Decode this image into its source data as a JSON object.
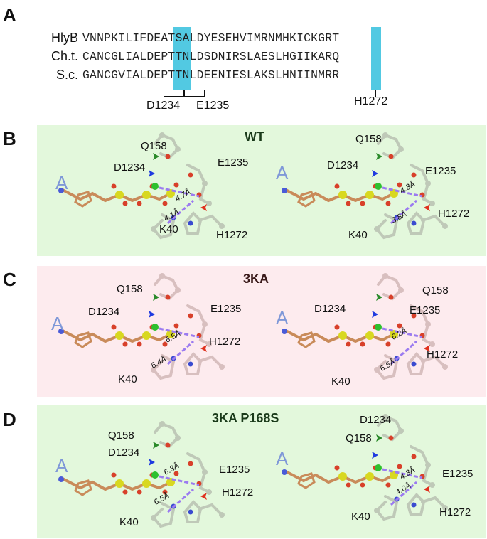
{
  "panel_letters": {
    "a": "A",
    "b": "B",
    "c": "C",
    "d": "D"
  },
  "alignment": {
    "rows": [
      {
        "organism": "HlyB",
        "sequence": "VNNPKILIFDEATSALDYESEHVIMRNMHKICKGRT"
      },
      {
        "organism": "Ch.t.",
        "sequence": "CANCGLIALDEPTTNLDSDNIRSLAESLHGIIKARQ"
      },
      {
        "organism": "S.c.",
        "sequence": "GANCGVIALDEPTTNLDEENIESLAKSLHNIINMRR"
      }
    ],
    "highlight_color": "#52c9e2",
    "labels": {
      "d": "D1234",
      "e": "E1235",
      "h": "H1272"
    }
  },
  "panels": {
    "B": {
      "title": "WT",
      "background": "#e3f8dc",
      "left": {
        "adenine": "A",
        "q": "Q158",
        "d": "D1234",
        "e": "E1235",
        "k": "K40",
        "h": "H1272",
        "dist1": "4.7Å",
        "dist2": "4.1Å"
      },
      "right": {
        "adenine": "A",
        "q": "Q158",
        "d": "D1234",
        "e": "E1235",
        "k": "K40",
        "h": "H1272",
        "dist1": "4.3Å",
        "dist2": "3.8Å"
      }
    },
    "C": {
      "title": "3KA",
      "background": "#fdebee",
      "left": {
        "adenine": "A",
        "q": "Q158",
        "d": "D1234",
        "e": "E1235",
        "k": "K40",
        "h": "H1272",
        "dist1": "6.5Å",
        "dist2": "6.4Å"
      },
      "right": {
        "adenine": "A",
        "q": "Q158",
        "d": "D1234",
        "e": "E1235",
        "k": "K40",
        "h": "H1272",
        "dist1": "6.2Å",
        "dist2": "6.5Å"
      }
    },
    "D": {
      "title": "3KA P168S",
      "background": "#e3f8dc",
      "left": {
        "adenine": "A",
        "q": "Q158",
        "d": "D1234",
        "e": "E1235",
        "k": "K40",
        "h": "H1272",
        "dist1": "6.3Å",
        "dist2": "6.5Å"
      },
      "right": {
        "adenine": "A",
        "q": "Q158",
        "d": "D1234",
        "e": "E1235",
        "k": "K40",
        "h": "H1272",
        "dist1": "4.3Å",
        "dist2": "4.0Å"
      }
    }
  },
  "colors": {
    "q_arrow": "#2a8a2a",
    "d_arrow": "#1f3be0",
    "h_arrow": "#e0301e",
    "distance": "#9b7bf0",
    "ligand": "#c98b5a",
    "phosphorus": "#d8d820",
    "oxygen": "#d8402a",
    "magnesium": "#2ec02e",
    "protein_wt": "#bfc9b8",
    "protein_3ka": "#d8bfbf"
  },
  "icons": {
    "arrow": "arrow-icon",
    "molecule": "molecule-icon"
  }
}
